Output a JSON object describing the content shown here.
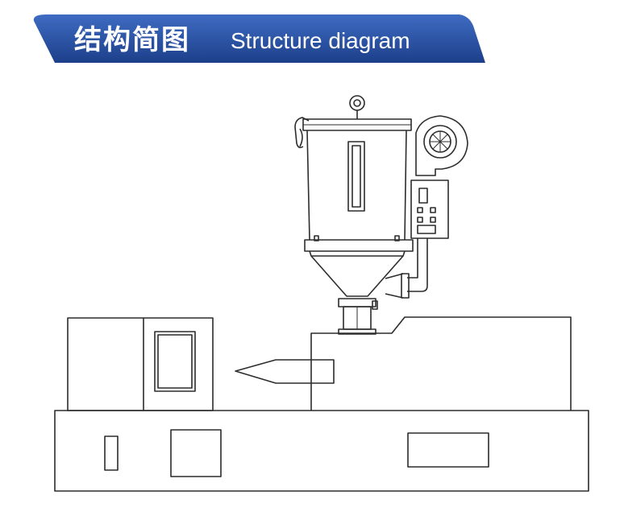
{
  "header": {
    "title_cn": "结构简图",
    "title_en": "Structure diagram",
    "banner_color": "#2a4f9e"
  },
  "diagram": {
    "subject": "hopper dryer mounted on injection molding machine",
    "line_color": "#2c2c2c"
  }
}
